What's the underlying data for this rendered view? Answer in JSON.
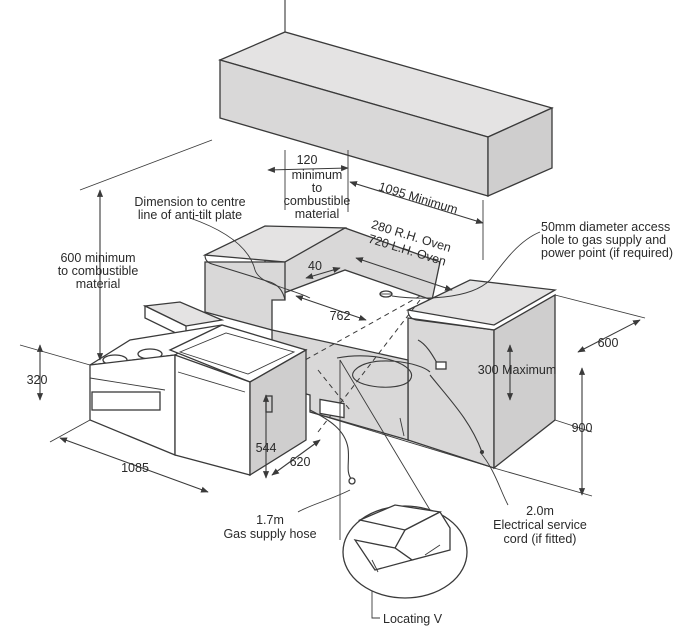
{
  "labels": {
    "min_120": "120",
    "min_120_line1": "minimum",
    "min_120_line2": "to",
    "min_120_line3": "combustible",
    "min_120_line4": "material",
    "min_1095": "1095 Minimum",
    "anti_tilt_line1": "Dimension to centre",
    "anti_tilt_line2": "line of anti-tilt plate",
    "access_hole_line1": "50mm diameter access",
    "access_hole_line2": "hole to gas supply and",
    "access_hole_line3": "power point (if required)",
    "oven_rh": "280 R.H. Oven",
    "oven_lh": "720 L.H. Oven",
    "dim_40": "40",
    "dim_762": "762",
    "min_600_line1": "600 minimum",
    "min_600_line2": "to combustible",
    "min_600_line3": "material",
    "dim_600": "600",
    "max_300": "300 Maximum",
    "dim_320": "320",
    "dim_900": "900",
    "dim_544": "544",
    "dim_620": "620",
    "dim_1085": "1085",
    "gas_hose_line1": "1.7m",
    "gas_hose_line2": "Gas supply hose",
    "cord_line1": "2.0m",
    "cord_line2": "Electrical service",
    "cord_line3": "cord (if fitted)",
    "locating_v": "Locating V"
  }
}
